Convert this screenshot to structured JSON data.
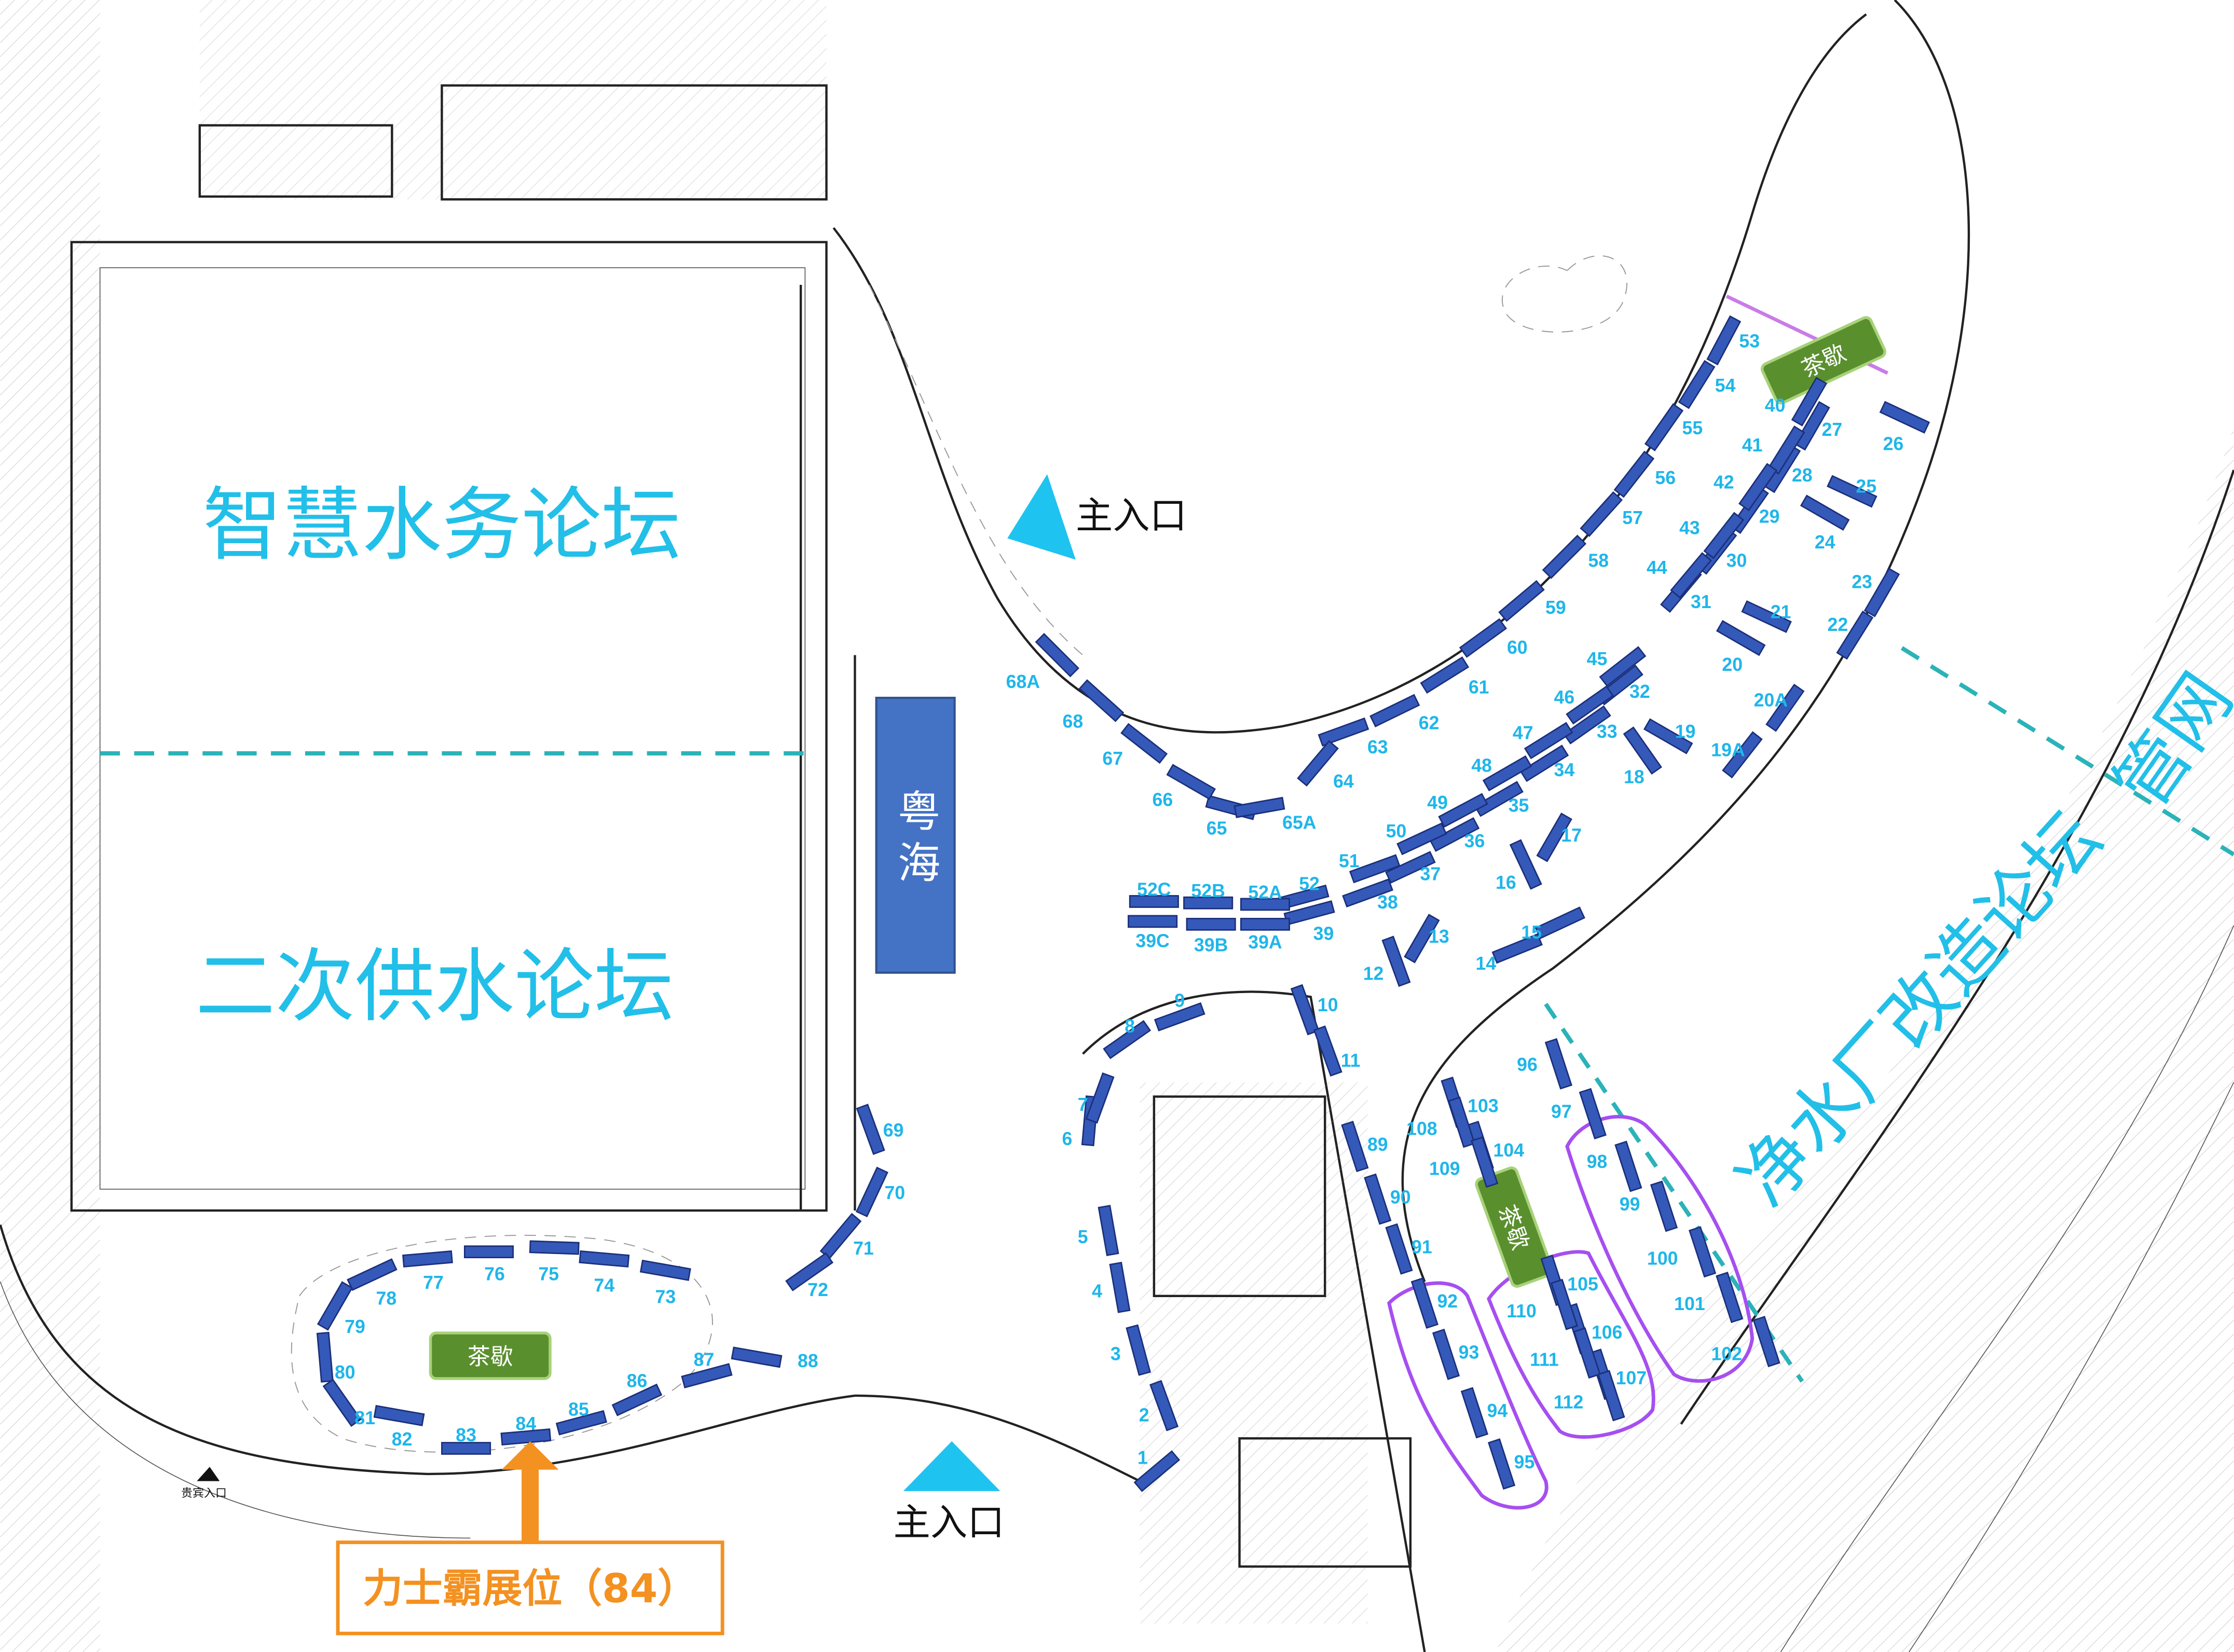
{
  "halls": {
    "smart_water": "智慧水务论坛",
    "secondary_supply": "二次供水论坛",
    "water_plant": "净水厂改造论坛",
    "pipe_network": "管网",
    "yuehai": "粤海"
  },
  "entrances": {
    "main_top": "主入口",
    "main_bottom": "主入口",
    "vip": "贵宾入口"
  },
  "tea_break": {
    "left": "茶歇",
    "top_right": "茶歇",
    "middle": "茶歇"
  },
  "highlight": {
    "label": "力士霸展位（84）",
    "color": "#f39121"
  },
  "colors": {
    "booth": "#3459b9",
    "booth_label": "#1fb6ea",
    "tea_break": "#5a8f2e",
    "yuehai": "#4472c4",
    "zone_outline": "#a64ff0",
    "divider": "#2ab3b8"
  },
  "booths": [
    "1",
    "2",
    "3",
    "4",
    "5",
    "6",
    "7",
    "8",
    "9",
    "10",
    "11",
    "12",
    "13",
    "14",
    "15",
    "16",
    "17",
    "18",
    "19",
    "19A",
    "20",
    "20A",
    "21",
    "22",
    "23",
    "24",
    "25",
    "26",
    "27",
    "28",
    "29",
    "30",
    "31",
    "32",
    "33",
    "34",
    "35",
    "36",
    "37",
    "38",
    "39",
    "39A",
    "39B",
    "39C",
    "40",
    "41",
    "42",
    "43",
    "44",
    "45",
    "46",
    "47",
    "48",
    "49",
    "50",
    "51",
    "52",
    "52A",
    "52B",
    "52C",
    "53",
    "54",
    "55",
    "56",
    "57",
    "58",
    "59",
    "60",
    "61",
    "62",
    "63",
    "64",
    "65",
    "65A",
    "66",
    "67",
    "68",
    "68A",
    "69",
    "70",
    "71",
    "72",
    "73",
    "74",
    "75",
    "76",
    "77",
    "78",
    "79",
    "80",
    "81",
    "82",
    "83",
    "84",
    "85",
    "86",
    "87",
    "88",
    "89",
    "90",
    "91",
    "92",
    "93",
    "94",
    "95",
    "96",
    "97",
    "98",
    "99",
    "100",
    "101",
    "102",
    "103",
    "104",
    "105",
    "106",
    "107",
    "108",
    "109",
    "110",
    "111",
    "112"
  ]
}
